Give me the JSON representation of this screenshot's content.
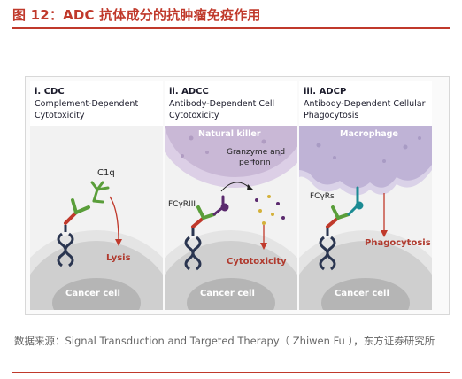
{
  "title": "图 12：ADC 抗体成分的抗肿瘤免疫作用",
  "panels": [
    {
      "num": "i. CDC",
      "line1": "Complement-Dependent",
      "line2": "Cytotoxicity",
      "effector_label": "",
      "molecule_label": "C1q",
      "receptor_label": "",
      "outcome": "Lysis",
      "cell_label": "Cancer cell"
    },
    {
      "num": "ii. ADCC",
      "line1": "Antibody-Dependent Cell",
      "line2": "Cytotoxicity",
      "effector_label": "Natural killer",
      "molecule_label": "Granzyme and perforin",
      "molecule_line1": "Granzyme and",
      "molecule_line2": "perforin",
      "receptor_label": "FCγRIII",
      "outcome": "Cytotoxicity",
      "cell_label": "Cancer cell"
    },
    {
      "num": "iii. ADCP",
      "line1": "Antibody-Dependent Cellular",
      "line2": "Phagocytosis",
      "effector_label": "Macrophage",
      "molecule_label": "",
      "receptor_label": "FCγRs",
      "outcome": "Phagocytosis",
      "cell_label": "Cancer cell"
    }
  ],
  "source": "数据来源：Signal Transduction and Targeted Therapy（ Zhiwen Fu ），东方证券研究所",
  "colors": {
    "accent": "#c0392b",
    "effector_cell": "#c9b8d6",
    "cancer_cell": "#c9c9c9",
    "antibody_green": "#5a9e3a",
    "antibody_red": "#c0392b",
    "receptor_purple": "#5b2a6e",
    "receptor_teal": "#1c8b93",
    "outcome_red": "#b03a2e"
  },
  "icons": [
    "antibody-icon",
    "antigen-receptor-icon",
    "c1q-complement-icon",
    "arrow-icon"
  ]
}
